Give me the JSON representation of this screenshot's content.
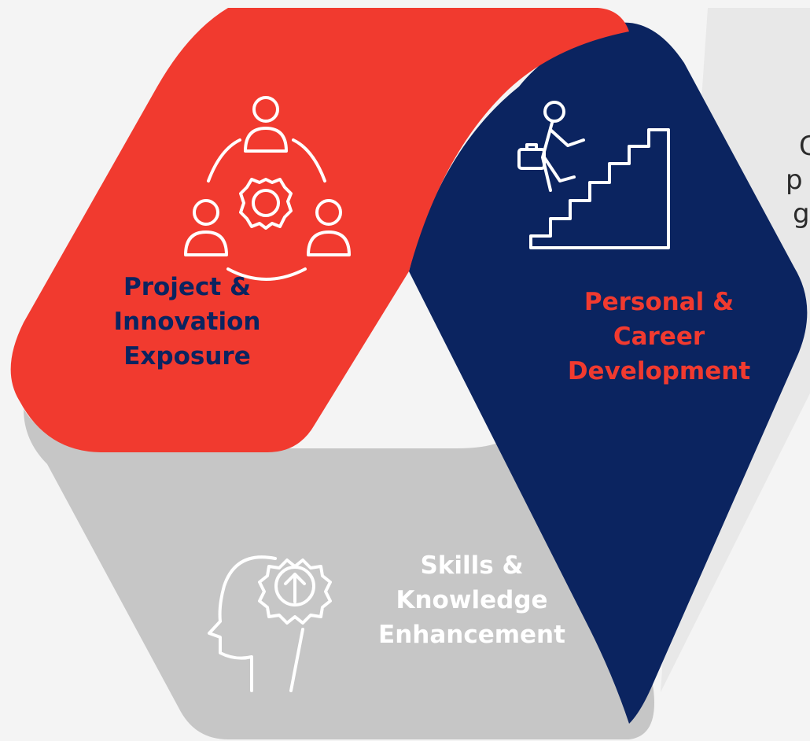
{
  "segments": [
    {
      "id": "project",
      "lines": [
        "Project &",
        "Innovation",
        "Exposure"
      ],
      "color": "#f13a2f",
      "text_color": "#0b2460",
      "icon": "team-gear-icon"
    },
    {
      "id": "career",
      "lines": [
        "Personal &",
        "Career",
        "Development"
      ],
      "color": "#0b2460",
      "text_color": "#f13a2f",
      "icon": "career-stairs-icon"
    },
    {
      "id": "skills",
      "lines": [
        "Skills &",
        "Knowledge",
        "Enhancement"
      ],
      "color": "#c6c6c6",
      "text_color": "#ffffff",
      "icon": "head-gear-icon"
    }
  ],
  "side_text_fragment": [
    "G",
    "p",
    "g"
  ],
  "colors": {
    "background": "#f4f4f4",
    "shadow": "#e8e8e8"
  }
}
